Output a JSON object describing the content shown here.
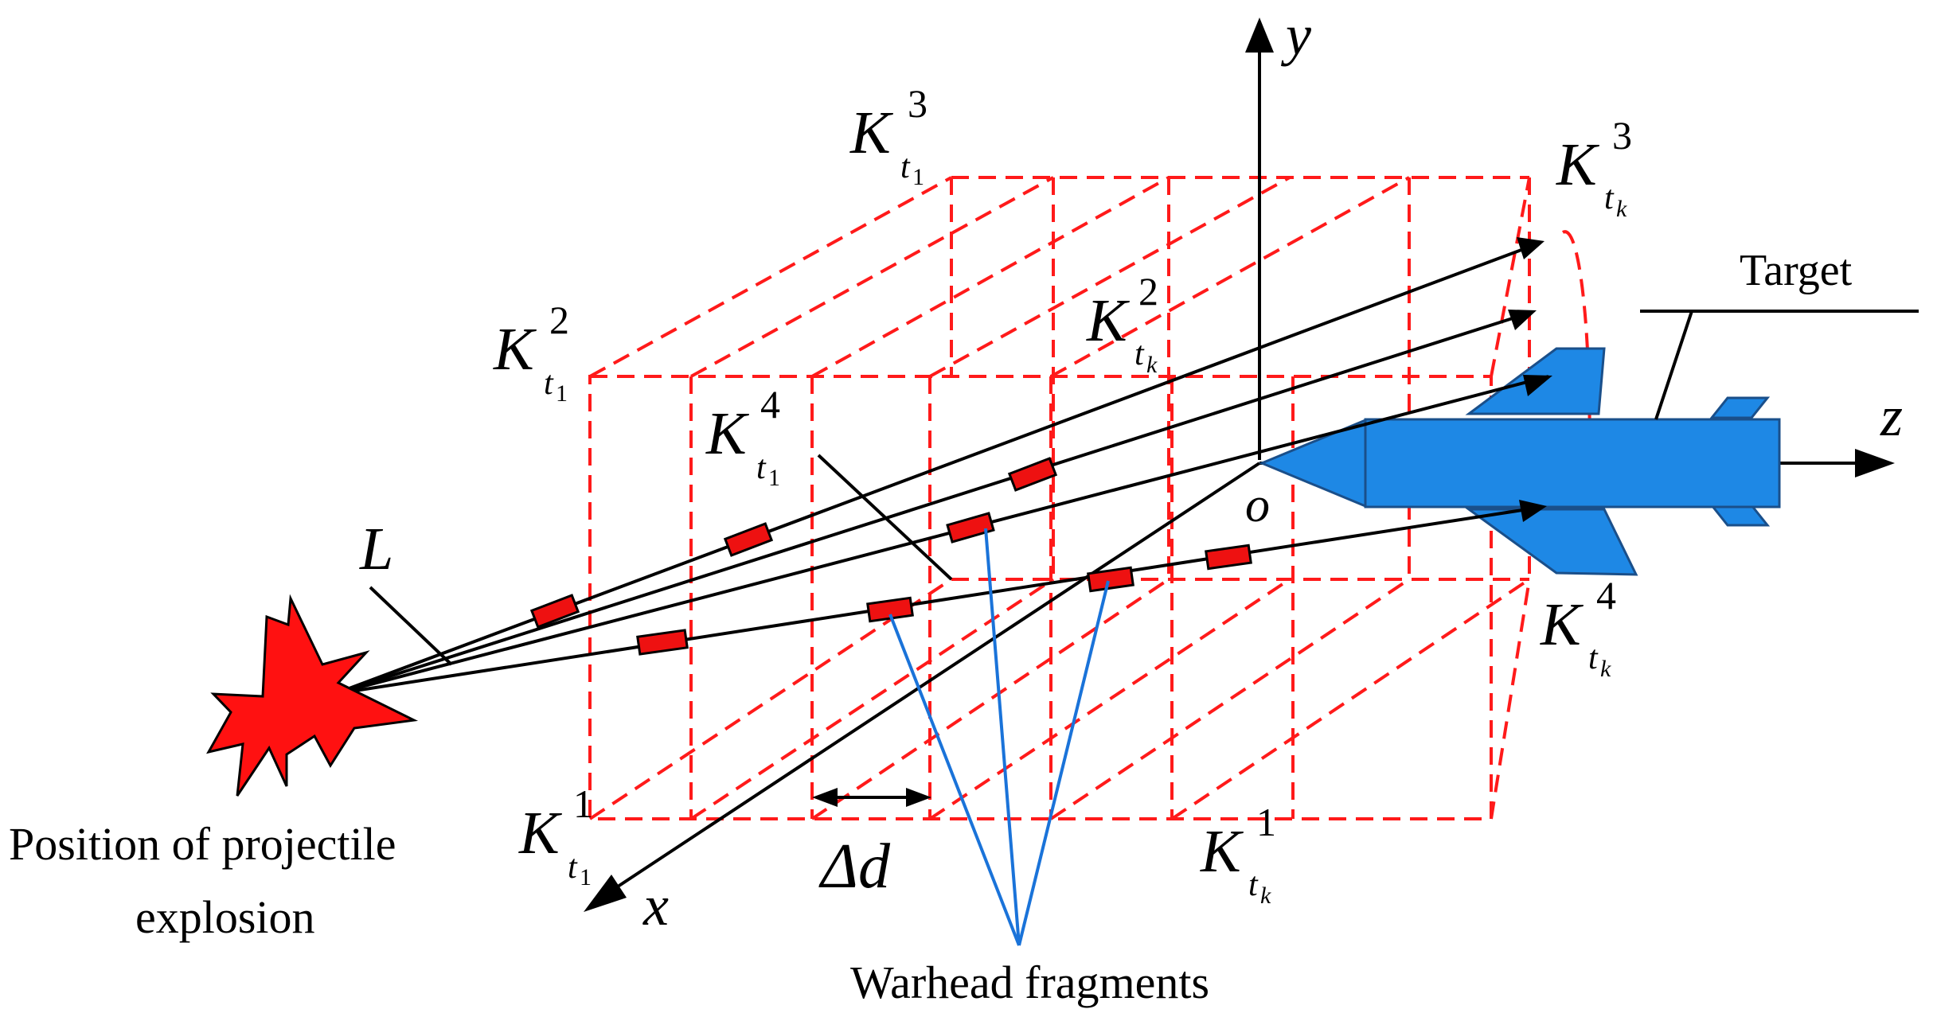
{
  "axes": {
    "x": "x",
    "y": "y",
    "z": "z",
    "origin": "o"
  },
  "corner_labels": {
    "K": "K",
    "t1": "t",
    "t1_sub": "1",
    "tk": "t",
    "tk_sub": "k",
    "sup1": "1",
    "sup2": "2",
    "sup3": "3",
    "sup4": "4"
  },
  "labels": {
    "L": "L",
    "delta_d": "Δd",
    "target": "Target",
    "explosion_line1": "Position of  projectile",
    "explosion_line2": "explosion",
    "fragments": "Warhead fragments"
  },
  "colors": {
    "grid": "#ff1a1a",
    "fragment": "#ee1111",
    "explosion": "#ff1111",
    "target": "#1e88e5",
    "leader_blue": "#1a73d9",
    "lines": "#000000"
  },
  "icons": {
    "explosion": "explosion-star-icon",
    "target": "missile-icon"
  }
}
